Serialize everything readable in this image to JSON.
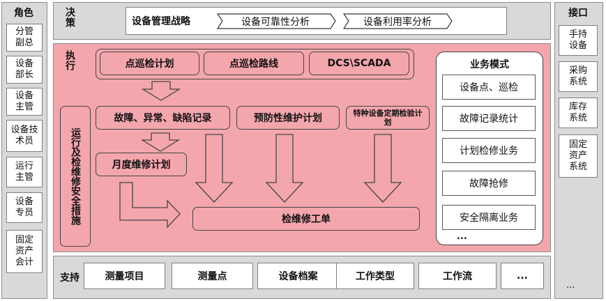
{
  "role_panel": {
    "title": "角色",
    "items": [
      "分管副总",
      "设备部长",
      "设备主管",
      "设备技术员",
      "运行主管",
      "设备专员",
      "固定资产会计"
    ]
  },
  "decision": {
    "label": "决策",
    "strategy": "设备管理战略",
    "chevrons": [
      "设备可靠性分析",
      "设备利用率分析"
    ]
  },
  "execution": {
    "label": "执行",
    "top_boxes": [
      "点巡检计划",
      "点巡检路线",
      "DCS\\SCADA"
    ],
    "side_label": "运行及检维修安全措施",
    "fault_record": "故障、异常、缺陷记录",
    "preventive_plan": "预防性维护计划",
    "special_inspection": "特种设备定期检验计划",
    "monthly_plan": "月度维修计划",
    "work_order": "检维修工单"
  },
  "business_mode": {
    "title": "业务模式",
    "items": [
      "设备点、巡检",
      "故障记录统计",
      "计划检修业务",
      "故障抢修",
      "安全隔离业务"
    ],
    "ellipsis": "..."
  },
  "support": {
    "label": "支持",
    "items": [
      "测量项目",
      "测量点",
      "设备档案",
      "工作类型",
      "工作流",
      "..."
    ]
  },
  "interface_panel": {
    "title": "接口",
    "items": [
      "手持设备",
      "采购系统",
      "库存系统",
      "固定资产系统"
    ],
    "ellipsis": "..."
  }
}
